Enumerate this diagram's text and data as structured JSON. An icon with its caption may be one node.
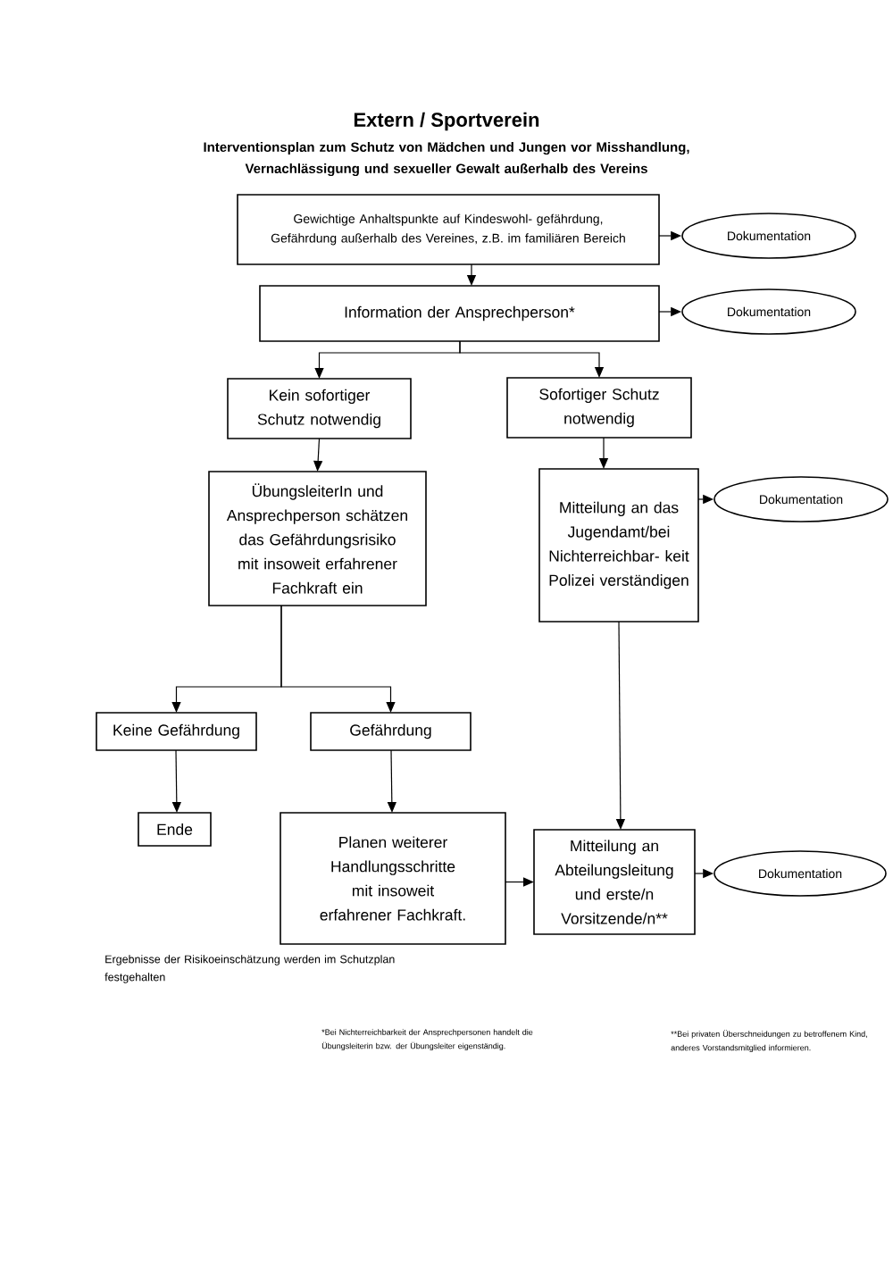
{
  "diagram": {
    "title": "Extern / Sportverein",
    "nodes": [
      {
        "text": [
          "Gewichtige Anhaltspunkte auf Kindeswohl- gefährdung, Gefährdung außerhalb des Vereines, z.B. im familiären Bereich"
        ]
      },
      {
        "text": [
          "Dokumentation"
        ]
      },
      {
        "text": [
          "Information der Ansprechperson*"
        ]
      },
      {
        "text": [
          "Dokumentation"
        ]
      },
      {
        "text": [
          "Kein sofortiger Schutz notwendig"
        ]
      },
      {
        "text": [
          "Sofortiger Schutz notwendig"
        ]
      },
      {
        "text": [
          "ÜbungsleiterIn und Ansprechperson schätzen das Gefährdungsrisiko mit insoweit erfahrener Fachkraft ein"
        ]
      },
      {
        "text": [
          "Mitteilung an das Jugendamt/bei Nichterreichbar- keit Polizei verständigen"
        ]
      },
      {
        "text": [
          "Dokumentation"
        ]
      },
      {
        "text": [
          "Keine Gefährdung"
        ]
      },
      {
        "text": [
          "Gefährdung"
        ]
      },
      {
        "text": [
          "Ende"
        ]
      },
      {
        "text": [
          "Planen weiterer Handlungsschritte mit insoweit erfahrener Fachkraft."
        ]
      },
      {
        "text": [
          "Mitteilung an Abteilungsleitung und erste/n Vorsitzende/n**"
        ]
      },
      {
        "text": [
          "Dokumentation"
        ]
      }
    ],
    "edges": [
      {
        "from": 0,
        "to": 1,
        "arrow": "to"
      },
      {
        "from": 0,
        "to": 2,
        "arrow": "to"
      },
      {
        "from": 2,
        "to": 3,
        "arrow": "to"
      },
      {
        "from": 2,
        "to": 4,
        "arrow": "to"
      },
      {
        "from": 2,
        "to": 5,
        "arrow": "to"
      },
      {
        "from": 4,
        "to": 6,
        "arrow": "to"
      },
      {
        "from": 5,
        "to": 7,
        "arrow": "to"
      },
      {
        "from": 7,
        "to": 8,
        "arrow": "to"
      },
      {
        "from": 6,
        "to": 9,
        "arrow": "to"
      },
      {
        "from": 6,
        "to": 10,
        "arrow": "to"
      },
      {
        "from": 9,
        "to": 11,
        "arrow": "to"
      },
      {
        "from": 10,
        "to": 12,
        "arrow": "to"
      },
      {
        "from": 7,
        "to": 13,
        "arrow": "to"
      },
      {
        "from": 12,
        "to": 13,
        "arrow": "to"
      },
      {
        "from": 13,
        "to": 14,
        "arrow": "to"
      }
    ],
    "labels": [
      "Interventionsplan zum Schutz von Mädchen und Jungen vor Misshandlung, Vernachlässigung und sexueller Gewalt außerhalb des Vereins",
      "Ergebnisse der Risikoeinschätzung werden im Schutzplan festgehalten",
      "*Bei Nichterreichbarkeit der Ansprechpersonen handelt die Übungsleiterin bzw. der Übungsleiter eigenständig.",
      "**Bei privaten Überschneidungen zu betroffenem Kind, anderes Vorstandsmitglied informieren."
    ]
  }
}
